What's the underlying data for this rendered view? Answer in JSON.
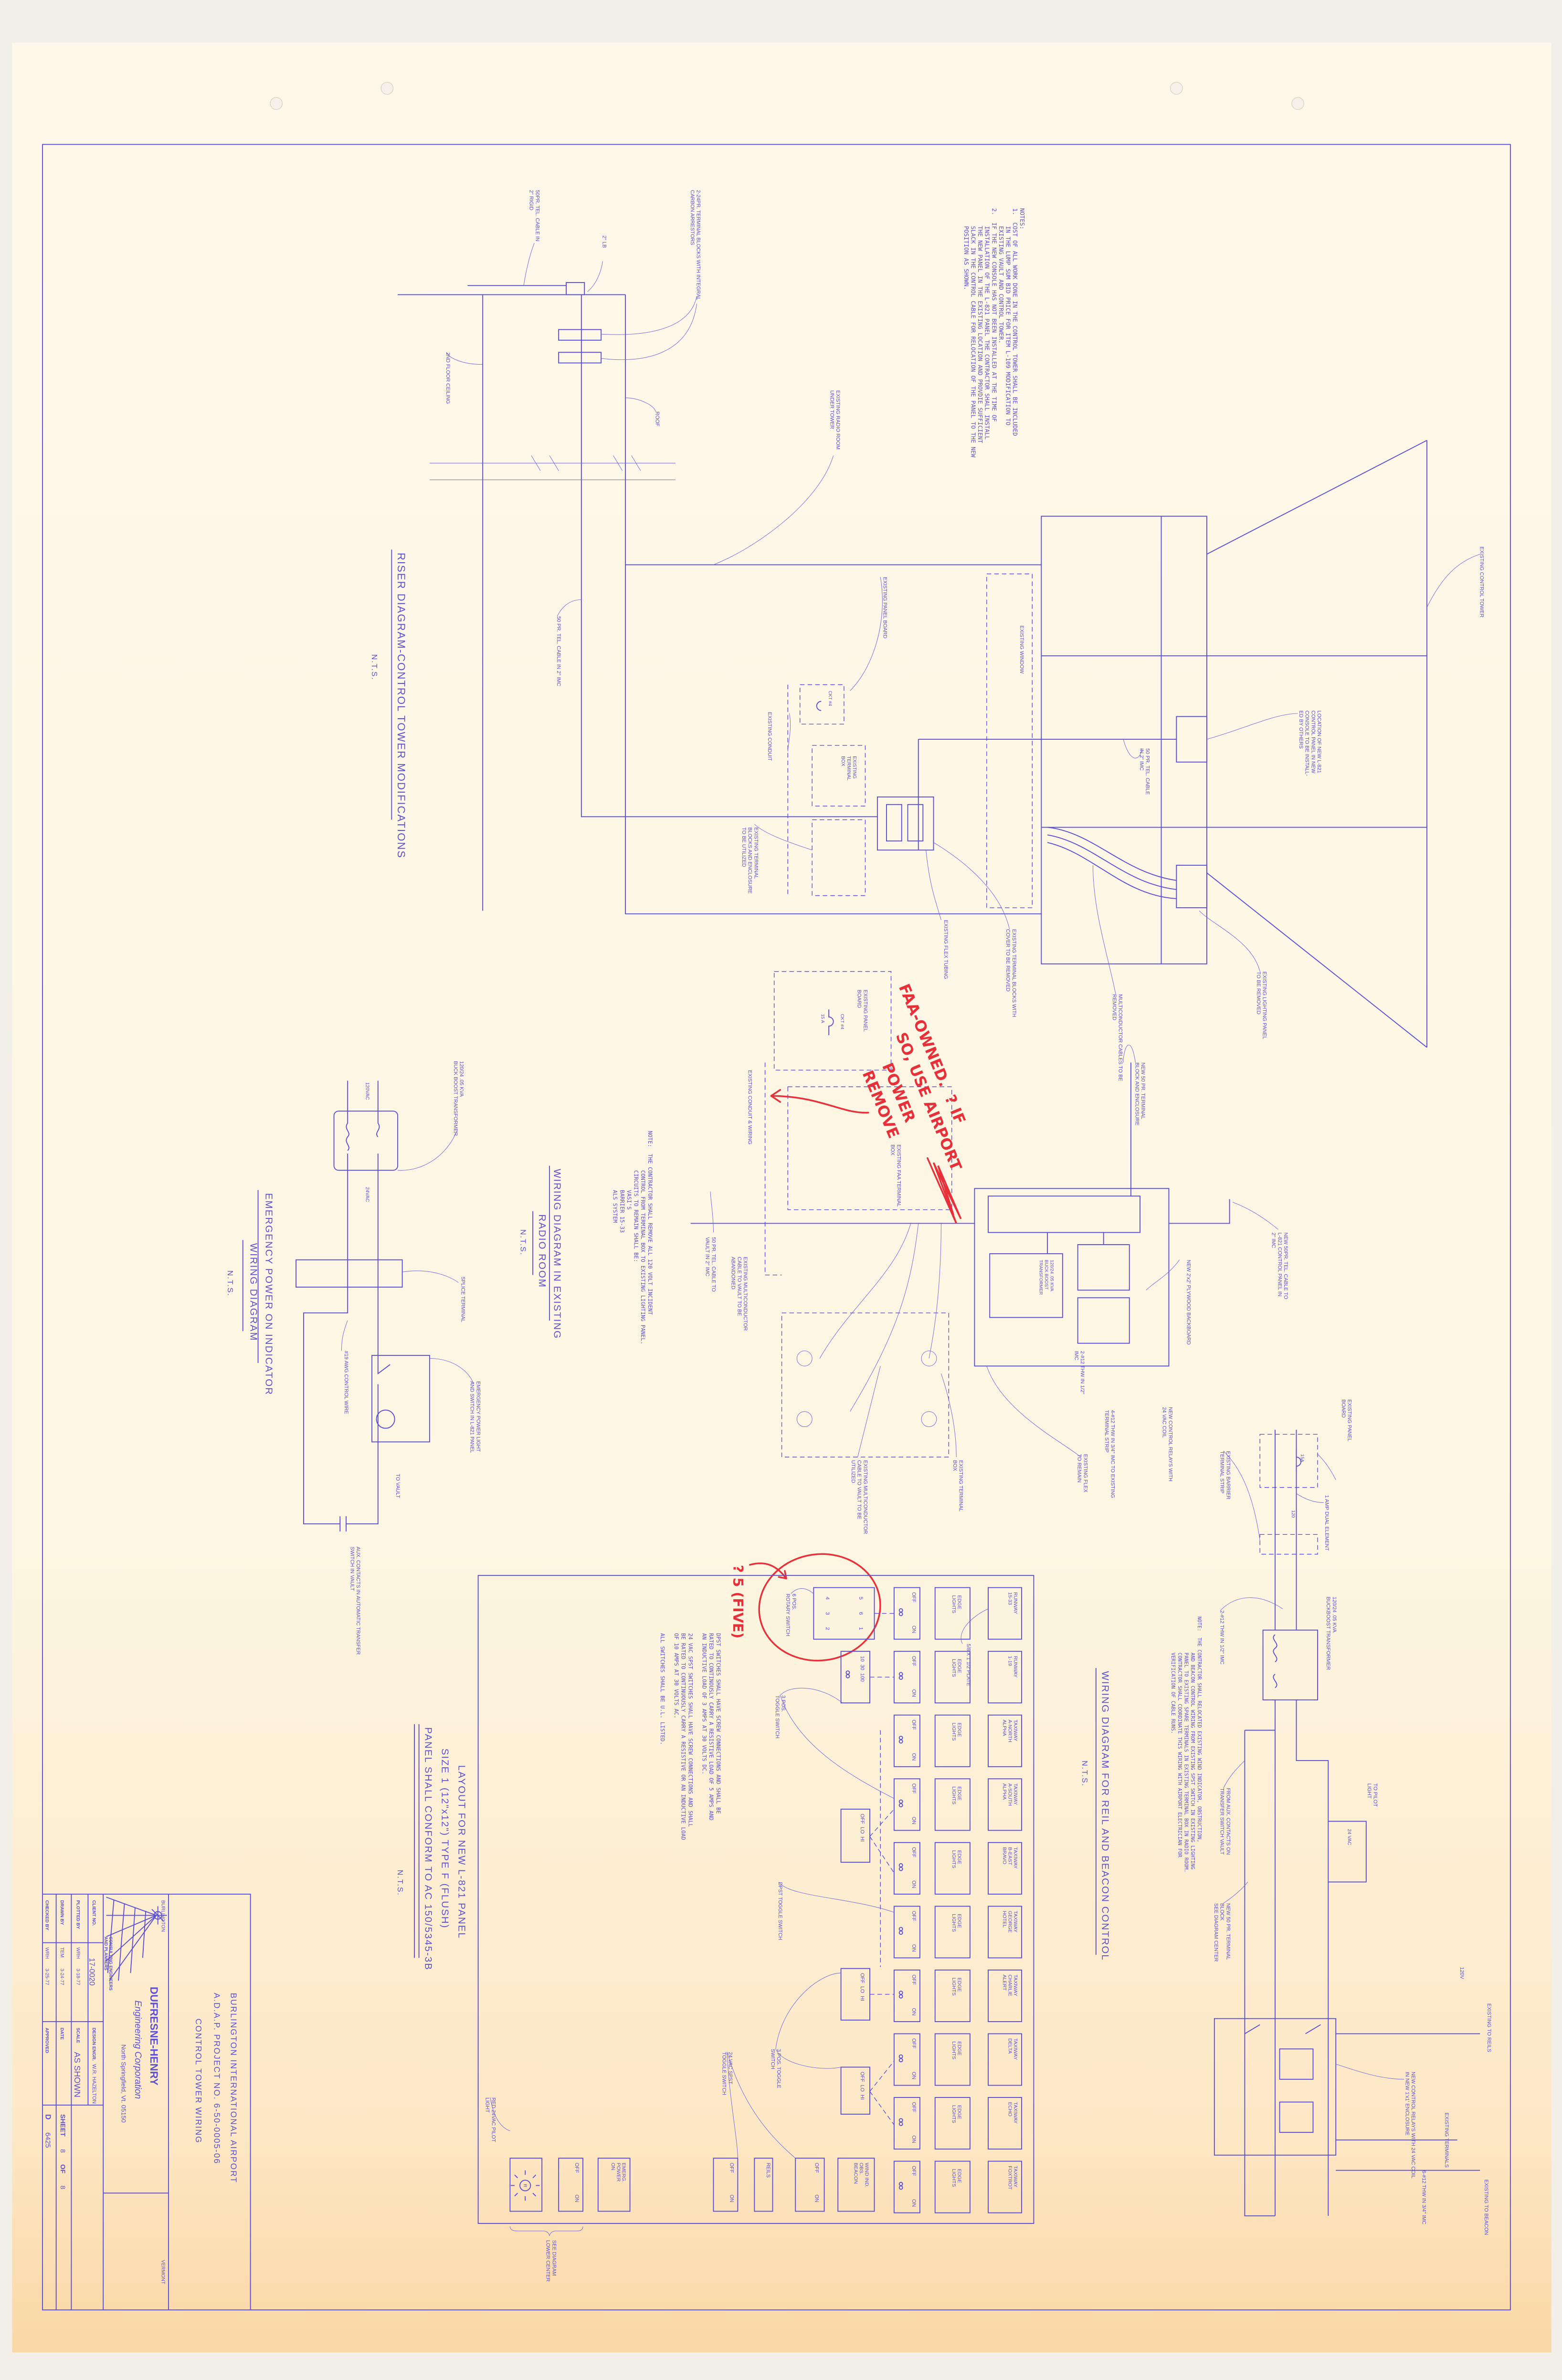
{
  "colors": {
    "ink": "#5b50d6",
    "paper": "#fdf8e8",
    "redline": "#e8303a"
  },
  "title_block": {
    "project_lines": [
      "BURLINGTON INTERNATIONAL AIRPORT",
      "A.D.A.P. PROJECT NO. 6-50-0005-06",
      "CONTROL TOWER WIRING"
    ],
    "city": "BURLINGTON",
    "state": "VERMONT",
    "firm": "DUFRESNE-HENRY",
    "firm_sub": "Engineering Corporation",
    "firm_tag": [
      "CONSULTING ENGINEERS",
      "AND PLANNERS"
    ],
    "firm_address": "North Springfield, Vt. 05150",
    "client_no_label": "CLIENT NO.",
    "client_no": "17-0020",
    "design_engr_label": "DESIGN ENGR.",
    "design_engr": "W.R. HAZELTON",
    "plotted_by_label": "PLOTTED BY",
    "plotted_by": "WRH",
    "plotted_date": "3-18-77",
    "scale_label": "SCALE",
    "scale": "AS SHOWN",
    "drawn_by_label": "DRAWN BY",
    "drawn_by": "TEM",
    "drawn_date": "3-24-77",
    "date_label": "DATE",
    "checked_by_label": "CHECKED BY",
    "checked_by": "WRH",
    "checked_date": "3-25-77",
    "approved_label": "APPROVED",
    "sheet_label": "SHEET",
    "sheet": "8",
    "of_label": "OF",
    "sheets": "8",
    "size": "D",
    "dwg_no": "6425"
  },
  "general_notes": [
    "NOTES:",
    "1.  COST OF ALL WORK DONE IN THE CONTROL TOWER SHALL BE INCLUDED",
    "     IN THE LUMP SUM BID PRICE FOR ITEM L-109 MODIFICATION TO",
    "     EXISTING VAULT AND CONTROL TOWER.",
    "2.  IF THE NEW CONSOLE HAS NOT BEEN INSTALLED AT THE TIME OF",
    "     INSTALLATION OF THE L-821 PANEL THE CONTRACTOR SHALL INSTALL",
    "     THE NEW PANEL IN THE EXISTING LOCATION AND PROVDIE SUFFICIENT",
    "     SLACK IN THE CONTROL CABLE FOR RELOCATION OF THE PANEL TO THE NEW",
    "     POSITION AS SHOWN."
  ],
  "riser": {
    "title": "RISER DIAGRAM-CONTROL TOWER MODIFICATIONS",
    "scale": "N.T.S.",
    "labels": {
      "terminal_blocks": [
        "2-24PR. TERMINAL BLOCKS WITH INTEGRAL",
        "CARBON ARRESTORS"
      ],
      "lb": "2\" LB",
      "tel_cable_rigid": [
        "50PR. TEL. CABLE IN",
        "2\" RIGID"
      ],
      "floor_ceiling": "2ND FLOOR CEILING",
      "roof": "ROOF",
      "radio_room": [
        "EXISTING RADIO ROOM",
        "UNDER TOWER"
      ],
      "tel_cable_imc": "50 PR. TEL. CABLE IN 2\" IMC",
      "existing_panel_board": "EXISTING PANEL BOARD",
      "existing_window": "EXISTING WINDOW",
      "existing_conduit": "EXISTING CONDUIT",
      "ckt": "CKT #4",
      "existing_terminal_box": [
        "EXISTING",
        "TERMINAL",
        "BOX"
      ],
      "blocks_utilized": [
        "EXISTING TERMINAL",
        "BLOCKS AND ENCLOSURE",
        "TO BE UTILIZED"
      ],
      "flex_tubing": "EXISTING FLEX TUBING",
      "blocks_removed": [
        "EXISTING TERMINAL BLOCKS WITH",
        "COVER TO BE REMOVED"
      ],
      "multiconductor_removed": [
        "MULTICONDUCTOR CABLES TO BE",
        "REMOVED"
      ],
      "tower_cable": [
        "50 PR. TEL. CABLE",
        "IN 2\" IMC"
      ],
      "new_panel_location": [
        "LOCATION OF NEW L-821",
        "CONTROL PANEL IN NEW",
        "CONSOLE TO BE INSTALL-",
        "ED BY OTHERS"
      ],
      "lighting_panel_removed": [
        "EXISTING LIGHTING PANEL",
        "TO BE REMOVED"
      ],
      "control_tower": "EXISTING CONTROL TOWER"
    }
  },
  "radio_room": {
    "title": "WIRING DIAGRAM IN EXISTING",
    "subtitle": "RADIO ROOM",
    "scale": "N.T.S.",
    "note": [
      "NOTE:  THE CONTRACTOR SHALL REMOVE ALL 120 VOLT INCIDENT",
      "            CONTROL FROM TERMINAL BOX TO EXISTING LIGHTING PANEL.",
      "            CIRCUITS TO REMAIN SHALL BE:",
      "                  VASI'S",
      "                  BARRIER 15-33",
      "                  ALS SYSTEM"
    ],
    "labels": {
      "panel_board": [
        "EXISTING PANEL",
        "BOARD"
      ],
      "ckt": "CKT #4",
      "amps": "15 A",
      "faa_box": [
        "EXISTING FAA TERMINAL",
        "BOX"
      ],
      "conduit_wiring": "EXISTING CONDUIT & WIRING",
      "tel_to_vault": [
        "50 PR. TEL. CABLE TO",
        "VAULT IN 2\" IMC"
      ],
      "multicond_abandoned": [
        "EXISTING MULTICONDUCTOR",
        "CABLE TO VAULT TO BE",
        "ABANDONED"
      ],
      "new_terminal_block": [
        "NEW 50 PR. TERMINAL",
        "BLOCK AND ENCLOSURE"
      ],
      "new_cable": [
        "NEW 50PR. TEL. CABLE TO",
        "L-821 CONTROL PANEL IN",
        "2\" IMC"
      ],
      "backboard": "NEW 2'x2' PLYWOOD BACKBOARD",
      "buck_boost": [
        "120/24 .05 KVA",
        "BUCK BOOST",
        "TRANSFORMER"
      ],
      "wire_2_12": [
        "2-#12 THW IN 1/2\"",
        "IMC"
      ],
      "relays": [
        "NEW CONTROL RELAYS WITH",
        "24 VAC COIL"
      ],
      "wire_4_12": [
        "4-#12 THW IN 3/4\" IMC TO EXISTING",
        "TERMINAL STRIP"
      ],
      "flex_remain": [
        "EXISTING FLEX",
        "TO REMAIN"
      ],
      "terminal_box": [
        "EXISTING TERMINAL",
        "BOX"
      ],
      "multicond_utilized": [
        "EXISTING MULTICONDUCTOR",
        "CABLE TO VAULT TO BE",
        "UTILIZED"
      ]
    }
  },
  "redlines": {
    "lines": [
      "FAA-OWNED.  ? IF",
      "SO, USE AIRPORT",
      "POWER",
      "REMOVE"
    ],
    "rotary_note": "? 5 (FIVE)"
  },
  "emergency": {
    "title": "EMERGENCY POWER ON INDICATOR",
    "subtitle": "WIRING DIAGRAM",
    "scale": "N.T.S.",
    "labels": {
      "transformer": [
        "120/24 .05 KVA",
        "BUCK BOOST TRANSFORMER"
      ],
      "primary": "120VAC",
      "secondary": "24VAC",
      "splice": "SPLICE TERMINAL",
      "control_wire": "#19 AWG CONTROL WIRE",
      "light_switch": [
        "EMERGENCY POWER LIGHT",
        "AND SWITCH IN L-821 PANEL"
      ],
      "to_vault": "TO VAULT",
      "aux": [
        "AUX. CONTACTS IN AUTOMATIC TRANSFER",
        "SWITCH IN VAULT"
      ]
    }
  },
  "reil": {
    "title": "WIRING DIAGRAM FOR REIL AND BEACON CONTROL",
    "scale": "N.T.S.",
    "note": [
      "NOTE:  THE CONTRACTOR SHALL RELOCATED EXISTING WIND INDICATOR, OBSTRUCTION,",
      "            AND BEACON CONTROL WIRING FROM EXISTING SPST SWITCH IN EXISTING LIGHTING",
      "            PANEL TO EXISTING SPARE TERMINALS IN EXISTING TERMINAL BOX IN RADIO ROOM.",
      "            CONTRACTOR SHALL COORDINATE THIS WIRING WITH AIRPORT ELECTRICIAN FOR",
      "            VERIFICATION OF CABLE RUNS."
    ],
    "labels": {
      "panel_board": [
        "EXISTING PANEL",
        "BOARD"
      ],
      "fuse": "15A",
      "voltage": "120",
      "barrier": [
        "EXISTING BARRIER",
        "TERMINAL STRIP"
      ],
      "dual_element": "1 AMP DUAL ELEMENT",
      "transformer": [
        "120/24 .05 KVA",
        "BUCKBOOST TRANSFORMER"
      ],
      "wire": "2-#12 THW IN 1/2\" IMC",
      "aux": [
        "FROM AUX. CONTACTS ON",
        "TRANSFER SWITCH VAULT"
      ],
      "terminal_block": [
        "NEW 50 PR. TERMINAL",
        "BLOCK",
        "SEE DIAGRAM CENTER"
      ],
      "pilot": [
        "TO PILOT",
        "LIGHT"
      ],
      "vac24": "24 VAC",
      "relays": [
        "NEW CONTROL RELAYS WITH 24 VAC COIL",
        "IN NEW 1'x1' ENCLOSURE"
      ],
      "to_reils": "EXISTING TO REILS",
      "v120": "120V",
      "terminals": "EXISTING TERMINALS",
      "to_beacon": "EXISTING TO BEACON",
      "wire_6": "6-#12 THW IN 3/4\" IMC"
    }
  },
  "panel": {
    "title": "LAYOUT FOR NEW L-821 PANEL",
    "size": "SIZE 1 (12\"x12\") TYPE F (FLUSH)",
    "conform": "PANEL SHALL CONFORM TO AC 150/5345-3B",
    "scale": "N.T.S.",
    "rows": [
      {
        "label": [
          "RUNWAY",
          "15-33"
        ]
      },
      {
        "label": [
          "RUNWAY",
          "1-19"
        ]
      },
      {
        "label": [
          "TAXIWAY",
          "A-NORTH",
          "ALPHA"
        ]
      },
      {
        "label": [
          "TAXIWAY",
          "A-SOUTH",
          "ALPHA"
        ]
      },
      {
        "label": [
          "TAXIWAY",
          "B-EAST",
          "BRAVO"
        ]
      },
      {
        "label": [
          "TAXIWAY",
          "GEORGE",
          "HOTEL"
        ]
      },
      {
        "label": [
          "TAXIWAY",
          "CHARLIE",
          "ALERT"
        ]
      },
      {
        "label": [
          "TAXIWAY",
          "DELTA"
        ]
      },
      {
        "label": [
          "TAXIWAY",
          "ECHO"
        ]
      },
      {
        "label": [
          "TAXIWAY",
          "FOXTROT"
        ]
      }
    ],
    "edge_label": [
      "EDGE",
      "LIGHTS"
    ],
    "off": "OFF",
    "on": "ON",
    "rotary_positions": [
      "5",
      "6",
      "1",
      "4",
      "3",
      "2"
    ],
    "step_positions": "10  30  100",
    "olh": "OFF  LO  HI",
    "wind": [
      "WIND IND.",
      "OBS.",
      "BEACON"
    ],
    "reils": "REILS",
    "emerg": [
      "EMERG.",
      "POWER",
      "ON"
    ],
    "pilot_letter": "R",
    "callouts": {
      "rotary": [
        "6 POS.",
        "ROTARY SWITCH"
      ],
      "plate": "5/8 X 1 1/2 PLATE",
      "toggle3a": [
        "3 POS.",
        "TOGGLE SWITCH"
      ],
      "dpst": "DPST TOGGLE SWITCH",
      "toggle3b": [
        "3 POS. TOGGLE",
        "SWITCH"
      ],
      "spst": [
        "24 VAC SPST",
        "TOGGLE SWITCH"
      ],
      "pilot": [
        "RED 24VAC PILOT",
        "LIGHT"
      ],
      "see": [
        "SEE DIAGRAM",
        "LOWER CENTER"
      ]
    },
    "notes": [
      "DPST SWITCHES SHALL HAVE SCREW CONNECTIONS AND SHALL BE",
      "RATED TO CONTINOUSLY CARRY A RESISTIVE LOAD OF 5 AMPS AND",
      "AN INDUCTIVE LOAD OF 3 AMPS AT 30 VOLTS DC.",
      "",
      "24 VAC SPST SWITCHES SHALL HAVE SCREW CONNECTIONS AND SHALL",
      "BE RATED TO CONTINUOUSLY CARRY A RESISTIVE OR AN INDUCTIVE LOAD",
      "OF 10 AMPS AT 30 VOLTS AC.",
      "",
      "ALL SWITCHES SHALL BE U.L. LISTED."
    ]
  }
}
